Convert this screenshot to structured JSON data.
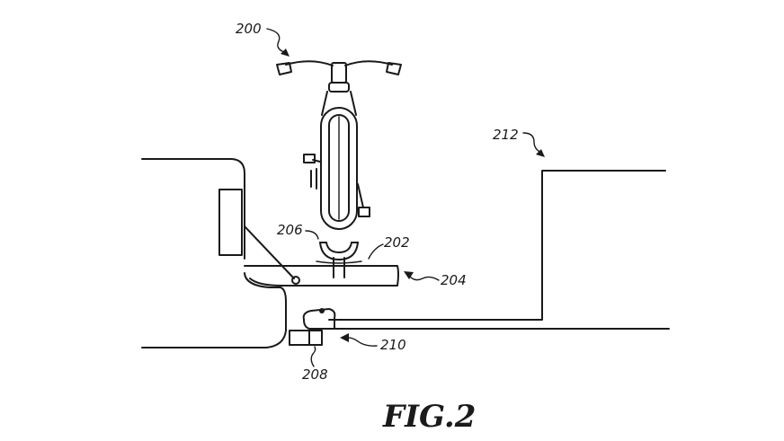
{
  "labels": {
    "bicycle": "200",
    "platform": "202",
    "rack": "204",
    "wheel_cradle": "206",
    "hitch_receiver": "208",
    "hitch_bar": "210",
    "trailer": "212"
  },
  "caption": "FIG.2"
}
